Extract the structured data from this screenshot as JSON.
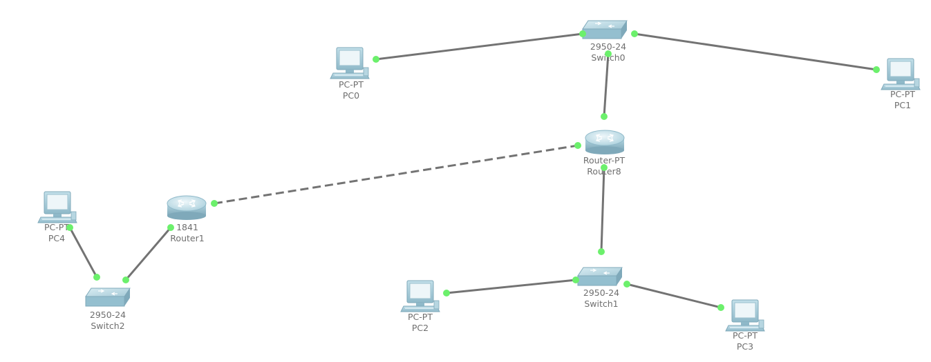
{
  "colors": {
    "background": "#ffffff",
    "link": "#737373",
    "port_up": "#6cf06c",
    "label": "#6e6e6e",
    "device_body": "#a9cfdc",
    "device_dark": "#7fa9ba",
    "screen": "#e8f2f6"
  },
  "devices": [
    {
      "id": "PC0",
      "kind": "pc",
      "icon": "pc-icon",
      "model": "PC-PT",
      "name": "PC0"
    },
    {
      "id": "Switch0",
      "kind": "switch",
      "icon": "switch-icon",
      "model": "2950-24",
      "name": "Switch0"
    },
    {
      "id": "PC1",
      "kind": "pc",
      "icon": "pc-icon",
      "model": "PC-PT",
      "name": "PC1"
    },
    {
      "id": "Router8",
      "kind": "router",
      "icon": "router-icon",
      "model": "Router-PT",
      "name": "Router8"
    },
    {
      "id": "PC4",
      "kind": "pc",
      "icon": "pc-icon",
      "model": "PC-PT",
      "name": "PC4"
    },
    {
      "id": "Router1",
      "kind": "router",
      "icon": "router-icon",
      "model": "1841",
      "name": "Router1"
    },
    {
      "id": "Switch2",
      "kind": "switch",
      "icon": "switch-icon",
      "model": "2950-24",
      "name": "Switch2"
    },
    {
      "id": "PC2",
      "kind": "pc",
      "icon": "pc-icon",
      "model": "PC-PT",
      "name": "PC2"
    },
    {
      "id": "Switch1",
      "kind": "switch",
      "icon": "switch-icon",
      "model": "2950-24",
      "name": "Switch1"
    },
    {
      "id": "PC3",
      "kind": "pc",
      "icon": "pc-icon",
      "model": "PC-PT",
      "name": "PC3"
    }
  ],
  "links": [
    {
      "from": "PC0",
      "to": "Switch0",
      "style": "solid"
    },
    {
      "from": "Switch0",
      "to": "PC1",
      "style": "solid"
    },
    {
      "from": "Switch0",
      "to": "Router8",
      "style": "solid"
    },
    {
      "from": "Router1",
      "to": "Router8",
      "style": "dashed"
    },
    {
      "from": "Router8",
      "to": "Switch1",
      "style": "solid"
    },
    {
      "from": "PC2",
      "to": "Switch1",
      "style": "solid"
    },
    {
      "from": "Switch1",
      "to": "PC3",
      "style": "solid"
    },
    {
      "from": "PC4",
      "to": "Switch2",
      "style": "solid"
    },
    {
      "from": "Switch2",
      "to": "Router1",
      "style": "solid"
    }
  ]
}
